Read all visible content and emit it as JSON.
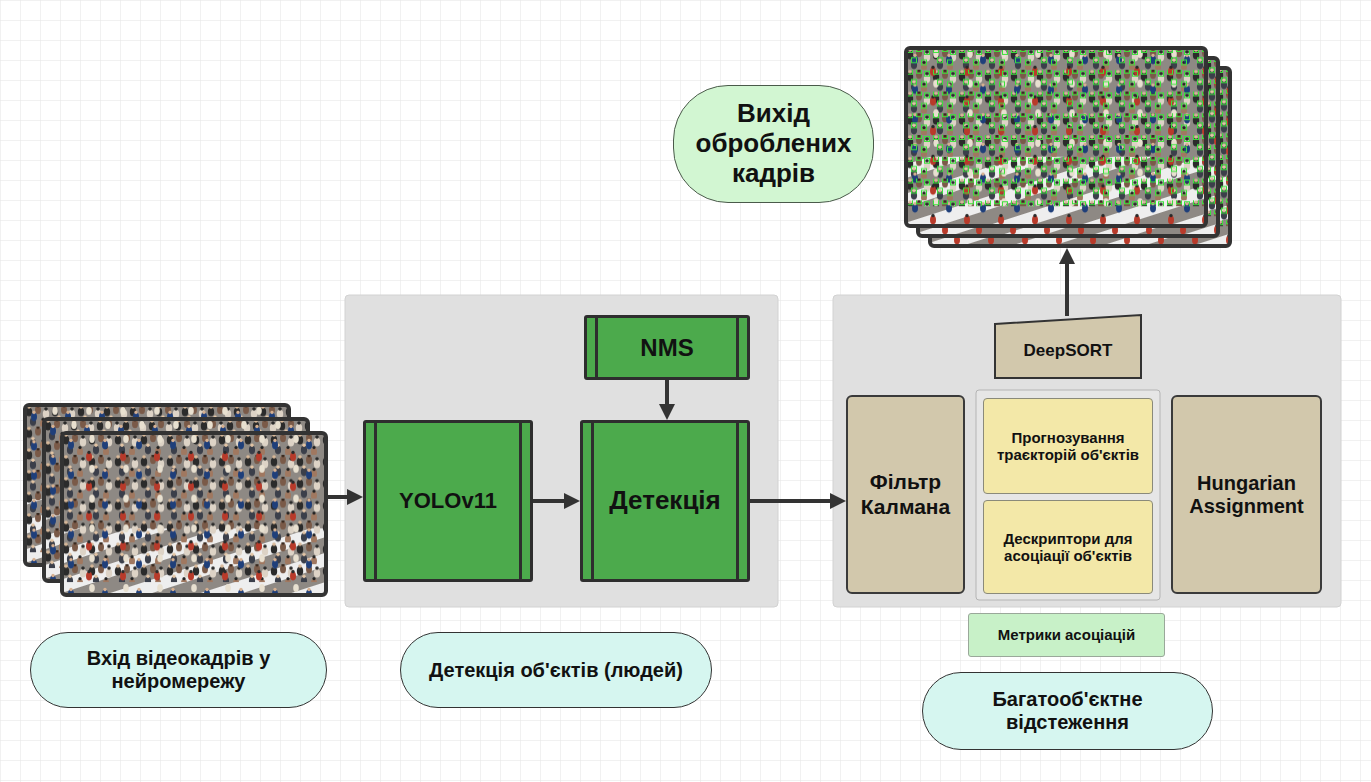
{
  "diagram": {
    "nodes": [
      {
        "text": [
          "Вихід оброблених кадрів"
        ]
      },
      {
        "text": [
          "NMS"
        ]
      },
      {
        "text": [
          "YOLOv11"
        ]
      },
      {
        "text": [
          "Детекція"
        ]
      },
      {
        "text": [
          "DeepSORT"
        ]
      },
      {
        "text": [
          "Фільтр Калмана"
        ]
      },
      {
        "text": [
          "Прогнозування траєкторій об'єктів"
        ]
      },
      {
        "text": [
          "Дескриптори для асоціації об'єктів"
        ]
      },
      {
        "text": [
          "Hungarian Assignment"
        ]
      },
      {
        "text": [
          "Метрики асоціацій"
        ]
      },
      {
        "text": [
          "Вхід відеокадрів у нейромережу"
        ]
      },
      {
        "text": [
          "Детекція об'єктів (людей)"
        ]
      },
      {
        "text": [
          "Багатооб'єктне відстеження"
        ]
      }
    ],
    "edges": [
      {
        "from": 2,
        "to": 3,
        "arrow": "to"
      },
      {
        "from": 1,
        "to": 3,
        "arrow": "to"
      },
      {
        "from": 3,
        "to": 5,
        "arrow": "to"
      }
    ]
  }
}
